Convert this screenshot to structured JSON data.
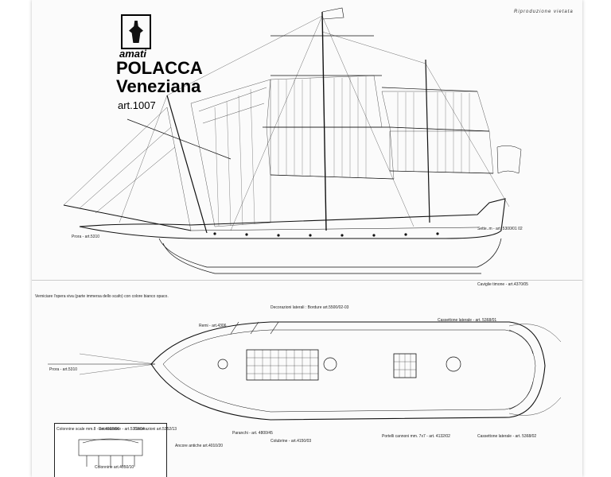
{
  "brand": {
    "logo_text": "amati",
    "title_line1": "POLACCA",
    "title_line2": "Veneziana",
    "article": "art.1007"
  },
  "header_note": "Riproduzione vietata",
  "labels": {
    "prora": "Prora - art.5310",
    "settemm": "Sette..m - art. 5300/01 02",
    "caviglie": "Caviglie timone - art.4370/05",
    "vernice": "Verniciare l'opera viva (parte immersa dello scafo) con colore bianco opaco.",
    "decorazioni": "Decorazioni laterali : Bordure art.5500/02-03",
    "remi": "Remi - art.4306",
    "cassettone_top": "Cassettone laterale - art. 5368/01",
    "prora2": "Prora - art.5310",
    "parapetti": "Paranchi - art. 4800/45",
    "colubrine": "Colubrine - art.4150/03",
    "portelli": "Portelli cannoni mm. 7x7 - art. 4132/02",
    "cassettone_bottom": "Cassettone laterale - art. 5368/02",
    "ancore": "Ancore antiche art.4010/20",
    "inset_left": "Colonnine scale mm.8 - art.4020/00",
    "inset_mid": "Decorazione - art.5352/04",
    "inset_right": "Decorazioni art.5352/13",
    "inset_bottom": "Colonnine art.4050/10"
  }
}
